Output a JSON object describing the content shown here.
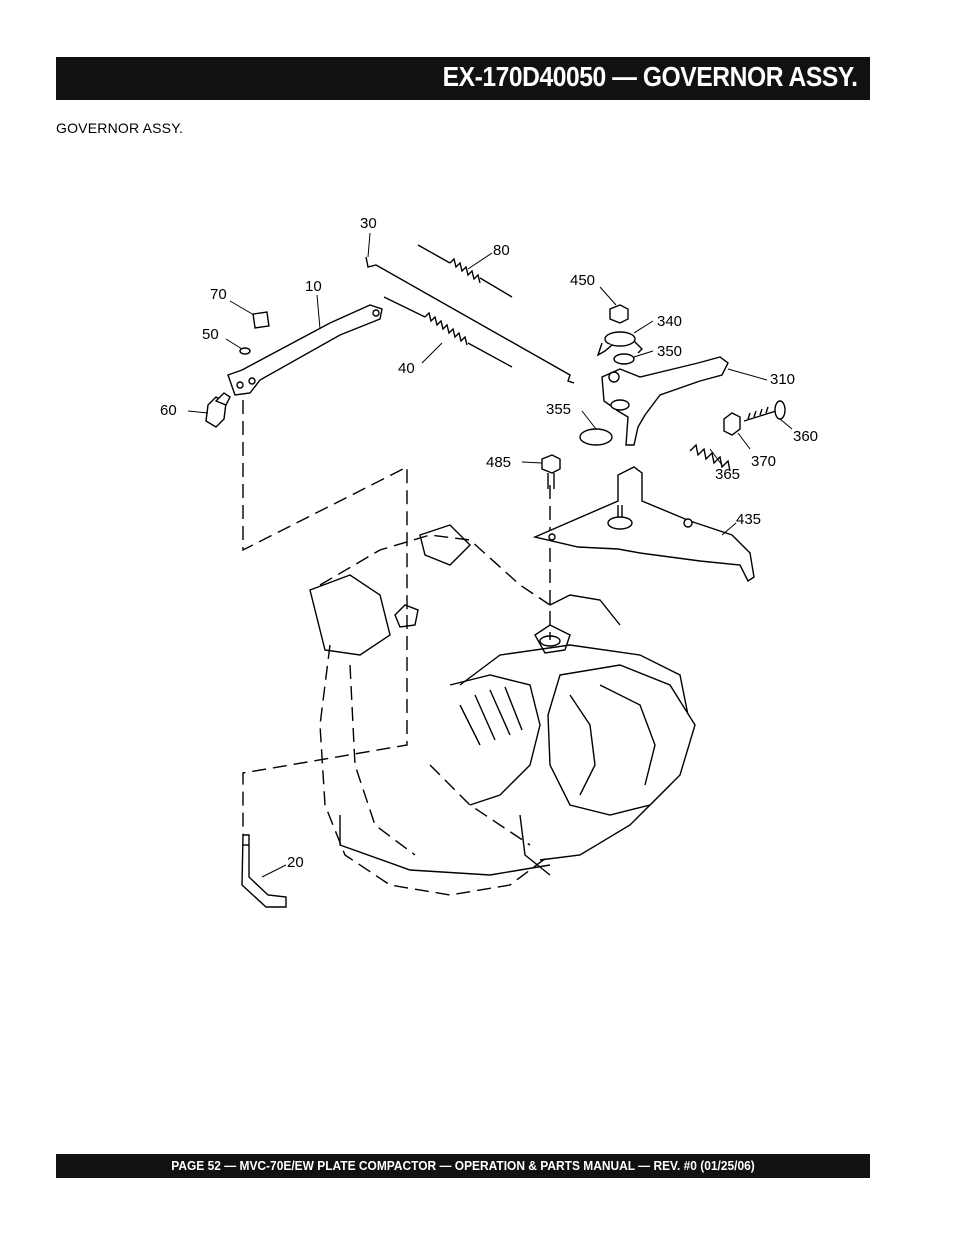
{
  "header": {
    "title": "EX-170D40050  — GOVERNOR ASSY."
  },
  "subtitle": "GOVERNOR  ASSY.",
  "diagram": {
    "callouts": {
      "c10": "10",
      "c20": "20",
      "c30": "30",
      "c40": "40",
      "c50": "50",
      "c60": "60",
      "c70": "70",
      "c80": "80",
      "c310": "310",
      "c340": "340",
      "c350": "350",
      "c355": "355",
      "c360": "360",
      "c365": "365",
      "c370": "370",
      "c435": "435",
      "c450": "450",
      "c485": "485"
    }
  },
  "footer": {
    "text": "PAGE 52 —  MVC-70E/EW PLATE COMPACTOR —  OPERATION & PARTS  MANUAL — REV. #0 (01/25/06)"
  }
}
